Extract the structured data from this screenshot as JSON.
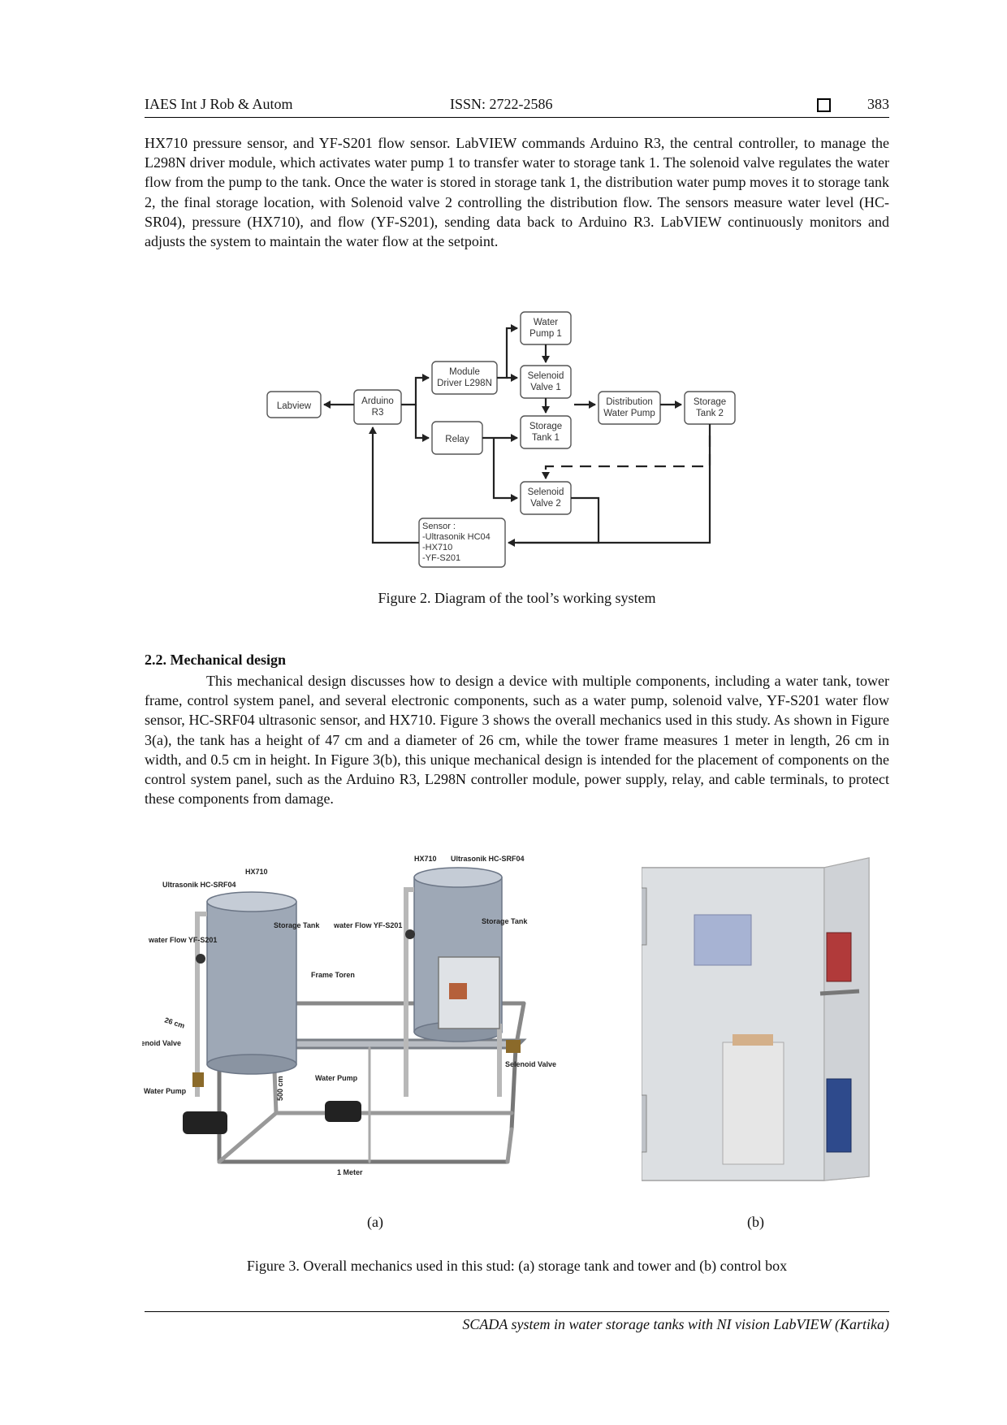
{
  "header": {
    "journal": "IAES Int J Rob & Autom",
    "issn": "ISSN: 2722-2586",
    "page_number": "383"
  },
  "intro_paragraph": "HX710 pressure sensor, and YF-S201 flow sensor. LabVIEW commands Arduino R3, the central controller, to manage the L298N driver module, which activates water pump 1 to transfer water to storage tank 1. The solenoid valve regulates the water flow from the pump to the tank. Once the water is stored in storage tank 1, the distribution water pump moves it to storage tank 2, the final storage location, with Solenoid valve 2 controlling the distribution flow. The sensors measure water level (HC-SR04), pressure (HX710), and flow (YF-S201), sending data back to Arduino R3. LabVIEW continuously monitors and adjusts the system to maintain the water flow at the setpoint.",
  "figure2": {
    "nodes": {
      "labview": "Labview",
      "arduino_1": "Arduino",
      "arduino_2": "R3",
      "module_1": "Module",
      "module_2": "Driver L298N",
      "relay": "Relay",
      "pump1_1": "Water",
      "pump1_2": "Pump 1",
      "valve1_1": "Selenoid",
      "valve1_2": "Valve 1",
      "tank1_1": "Storage",
      "tank1_2": "Tank 1",
      "dpump_1": "Distribution",
      "dpump_2": "Water Pump",
      "tank2_1": "Storage",
      "tank2_2": "Tank 2",
      "valve2_1": "Selenoid",
      "valve2_2": "Valve 2",
      "sensor_1": "Sensor :",
      "sensor_2": "-Ultrasonik HC04",
      "sensor_3": "-HX710",
      "sensor_4": "-YF-S201"
    },
    "caption": "Figure 2. Diagram of the tool’s working system"
  },
  "section": {
    "heading": "2.2.  Mechanical design",
    "paragraph": "This mechanical design discusses how to design a device with multiple components, including a water tank, tower frame, control system panel, and several electronic components, such as a water pump, solenoid valve, YF-S201 water flow sensor, HC-SRF04 ultrasonic sensor, and HX710. Figure 3 shows the overall mechanics used in this study.  As shown in Figure 3(a), the tank has a height of 47 cm and a diameter of 26 cm, while the tower frame measures 1 meter in length, 26 cm in width, and 0.5 cm in height. In Figure 3(b), this unique mechanical design is intended for the placement of components on the control system panel, such as the Arduino R3, L298N controller module, power supply, relay, and cable terminals, to protect these components from damage."
  },
  "figure3": {
    "labels": {
      "ultrasonik_left": "Ultrasonik HC-SRF04",
      "hx710_left": "HX710",
      "hx710_right": "HX710",
      "ultrasonik_right": "Ultrasonik HC-SRF04",
      "storage_tank_left": "Storage Tank",
      "storage_tank_right": "Storage Tank",
      "water_flow_left": "water Flow YF-S201",
      "water_flow_right": "water Flow YF-S201",
      "frame_toren": "Frame Toren",
      "dim_26": "26 cm",
      "solenoid_left": "Selenoid Valve",
      "solenoid_right": "Selenoid Valve",
      "dim_500": "500 cm",
      "water_pump_center": "Water Pump",
      "water_pump_left": "Water Pump",
      "dim_1m": "1 Meter"
    },
    "sub_a": "(a)",
    "sub_b": "(b)",
    "caption": "Figure 3. Overall mechanics used in this stud: (a) storage tank and tower and (b) control box"
  },
  "footer": "SCADA system in water storage tanks with NI vision LabVIEW (Kartika)"
}
